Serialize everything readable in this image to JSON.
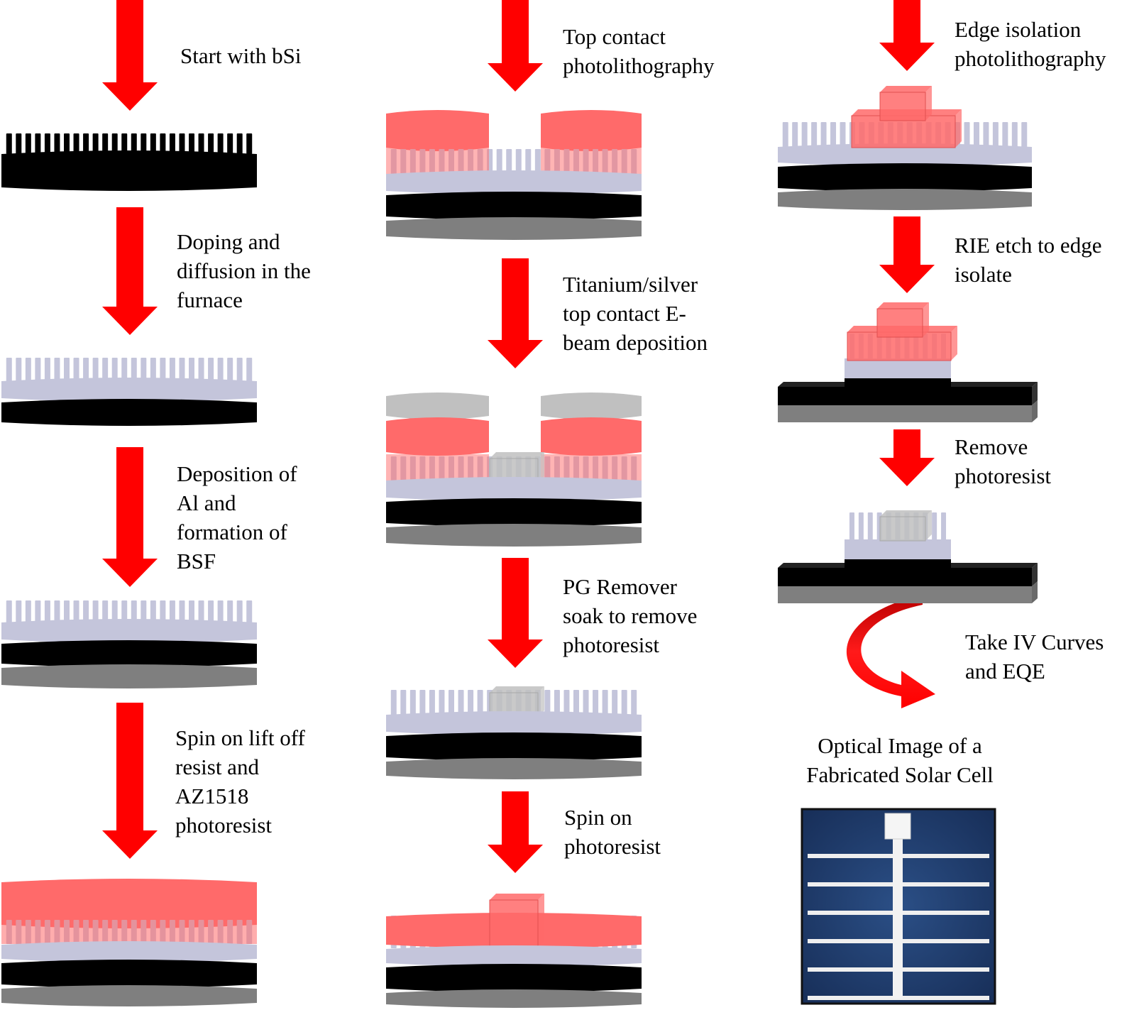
{
  "colors": {
    "arrow": "#ff0000",
    "silicon": "#c4c5db",
    "black_layer": "#000000",
    "aluminum_bsf": "#7f7f7f",
    "photoresist": "#ff6a6a",
    "metal_contact": "#c0c0c0",
    "cell_blue": "#1c3a6b"
  },
  "steps": [
    {
      "id": 1,
      "text": "Start with bSi"
    },
    {
      "id": 2,
      "text": "Doping and\ndiffusion in the\nfurnace"
    },
    {
      "id": 3,
      "text": "Deposition of\nAl and\nformation of\nBSF"
    },
    {
      "id": 4,
      "text": "Spin on lift off\nresist and\nAZ1518\nphotoresist"
    },
    {
      "id": 5,
      "text": "Top contact\nphotolithography"
    },
    {
      "id": 6,
      "text": "Titanium/silver\ntop contact E-\nbeam deposition"
    },
    {
      "id": 7,
      "text": "PG Remover\nsoak to remove\nphotoresist"
    },
    {
      "id": 8,
      "text": "Spin on\nphotoresist"
    },
    {
      "id": 9,
      "text": "Edge isolation\nphotolithography"
    },
    {
      "id": 10,
      "text": "RIE etch to edge\nisolate"
    },
    {
      "id": 11,
      "text": "Remove\nphotoresist"
    },
    {
      "id": 12,
      "text": "Take IV Curves\nand EQE"
    }
  ],
  "optical_image": {
    "caption": "Optical Image of a\nFabricated Solar Cell",
    "grid_lines": 6
  }
}
